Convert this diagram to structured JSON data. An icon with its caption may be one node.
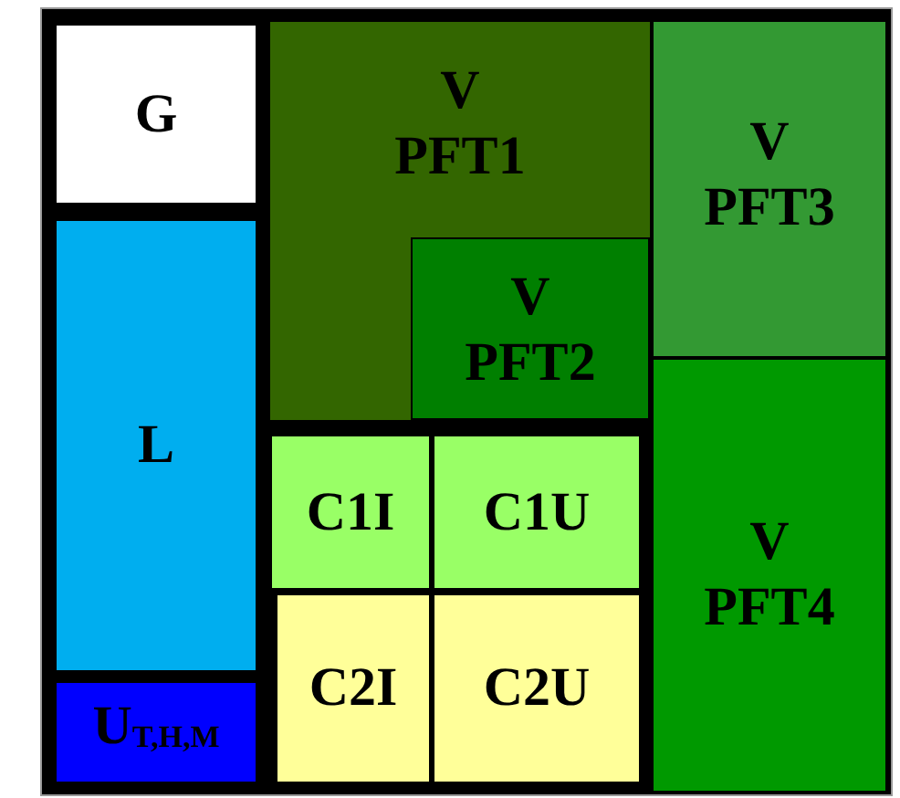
{
  "diagram": {
    "nodes": [
      {
        "text": [
          "G"
        ]
      },
      {
        "text": [
          "V",
          "PFT1"
        ]
      },
      {
        "text": [
          "V",
          "PFT2"
        ],
        "in": 1
      },
      {
        "text": [
          "V",
          "PFT3"
        ]
      },
      {
        "text": [
          "L"
        ]
      },
      {
        "text": [
          "C1I"
        ]
      },
      {
        "text": [
          "C1U"
        ]
      },
      {
        "text": [
          "V",
          "PFT4"
        ]
      },
      {
        "text": [
          "U$_{T,H,M}$"
        ]
      },
      {
        "text": [
          "C2I"
        ]
      },
      {
        "text": [
          "C2U"
        ]
      }
    ]
  }
}
